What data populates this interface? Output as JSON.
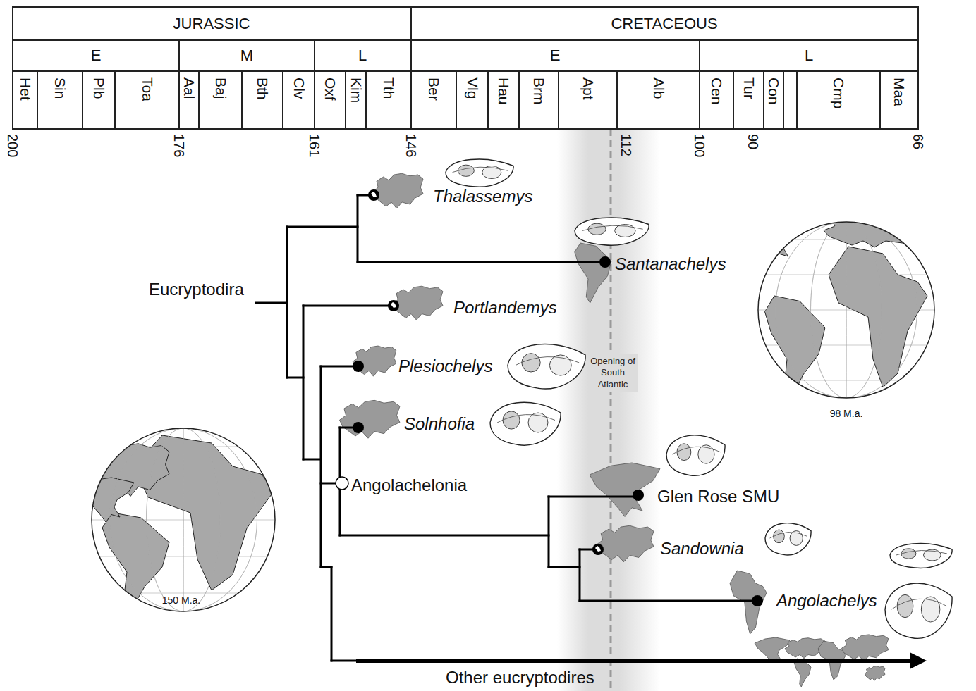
{
  "diagram": {
    "labels": [
      "JURASSIC",
      "CRETACEOUS",
      "E",
      "M",
      "L",
      "E",
      "L",
      "Het",
      "Sin",
      "Plb",
      "Toa",
      "Aal",
      "Baj",
      "Bth",
      "Clv",
      "Oxf",
      "Kim",
      "Tth",
      "Ber",
      "Vlg",
      "Hau",
      "Brm",
      "Apt",
      "Alb",
      "Cen",
      "Tur",
      "Con",
      "Cmp",
      "Maa",
      "200",
      "176",
      "161",
      "146",
      "112",
      "100",
      "90",
      "66",
      "Thalassemys",
      "Santanachelys",
      "Eucryptodira",
      "Portlandemys",
      "Plesiochelys",
      "Opening of South Atlantic",
      "Solnhofia",
      "Angolachelonia",
      "Glen Rose SMU",
      "Sandownia",
      "Angolachelys",
      "Other eucryptodires",
      "98 M.a.",
      "150 M.a."
    ]
  }
}
